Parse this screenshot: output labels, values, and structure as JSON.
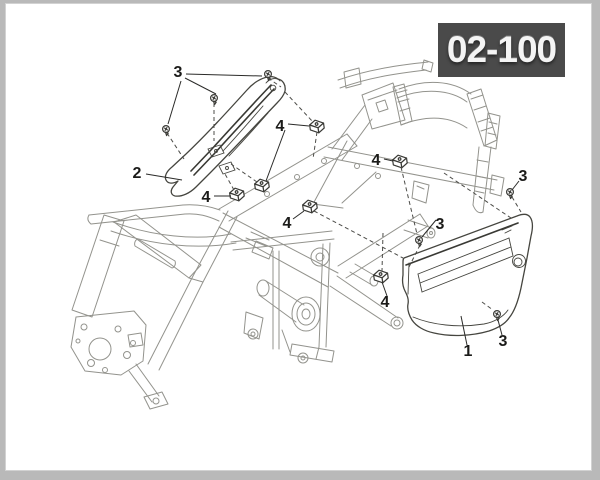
{
  "page": {
    "code_label": "02-100"
  },
  "colors": {
    "page_border": "#b9b9b9",
    "paper": "#ffffff",
    "code_box_bg": "#4a4a4a",
    "code_box_text": "#f4f4f4",
    "frame_line": "#93938d",
    "part_line": "#45453f",
    "callout_text": "#1b1b19"
  },
  "diagram": {
    "callouts": [
      {
        "label": "3"
      },
      {
        "label": "2"
      },
      {
        "label": "4"
      },
      {
        "label": "4"
      },
      {
        "label": "4"
      },
      {
        "label": "4"
      },
      {
        "label": "4"
      },
      {
        "label": "3"
      },
      {
        "label": "3"
      },
      {
        "label": "3"
      },
      {
        "label": "1"
      }
    ]
  }
}
